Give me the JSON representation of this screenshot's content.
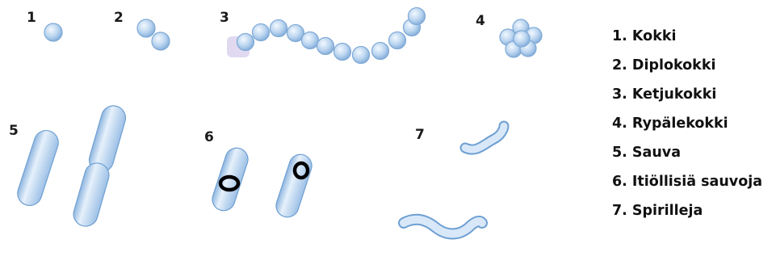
{
  "figure_numbers": [
    "1",
    "2",
    "3",
    "4",
    "5",
    "6",
    "7"
  ],
  "legend": [
    "1. Kokki",
    "2. Diplokokki",
    "3. Ketjukokki",
    "4. Rypälekokki",
    "5. Sauva",
    "6. Itiöllisiä sauvoja",
    "7. Spirilleja"
  ],
  "colors": {
    "cell_fill": "#b7d2ee",
    "cell_highlight": "#e9f3fc",
    "cell_stroke": "#6e9fd2",
    "spore_ring": "#000000",
    "chain_tint": "#c9bfe2"
  }
}
